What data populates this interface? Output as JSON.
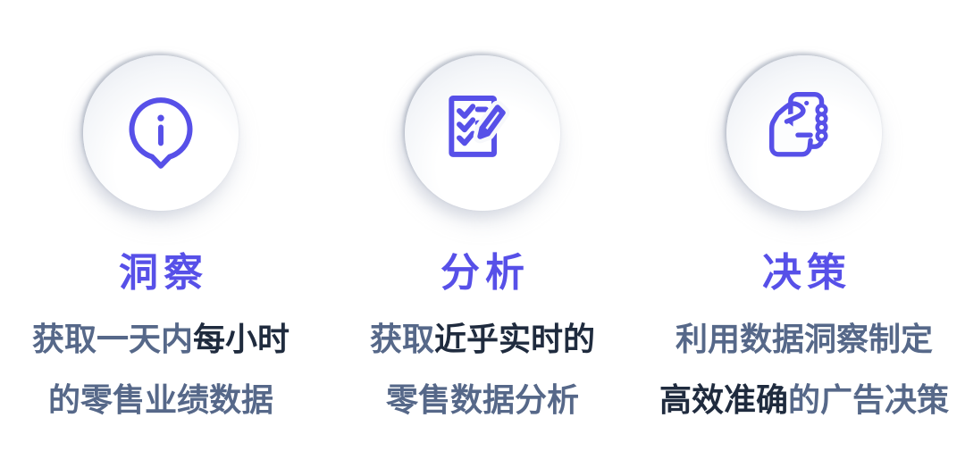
{
  "colors": {
    "accent": "#5750E8",
    "body_muted": "#566889",
    "body_strong": "#1F2B3E",
    "page_bg": "#ffffff"
  },
  "features": [
    {
      "icon": "info-speech-bubble-icon",
      "title": "洞察",
      "lines": [
        {
          "segments": [
            {
              "text": "获取一天内"
            },
            {
              "text": "每小时",
              "strong": true
            }
          ]
        },
        {
          "segments": [
            {
              "text": "的零售业绩数据"
            }
          ]
        }
      ]
    },
    {
      "icon": "checklist-pencil-icon",
      "title": "分析",
      "lines": [
        {
          "segments": [
            {
              "text": "获取"
            },
            {
              "text": "近乎实时的",
              "strong": true
            }
          ]
        },
        {
          "segments": [
            {
              "text": "零售数据分析"
            }
          ]
        }
      ]
    },
    {
      "icon": "hand-holding-phone-icon",
      "title": "决策",
      "lines": [
        {
          "segments": [
            {
              "text": "利用数据洞察制定"
            }
          ]
        },
        {
          "segments": [
            {
              "text": "高效准确",
              "strong": true
            },
            {
              "text": "的广告决策"
            }
          ]
        }
      ]
    }
  ]
}
